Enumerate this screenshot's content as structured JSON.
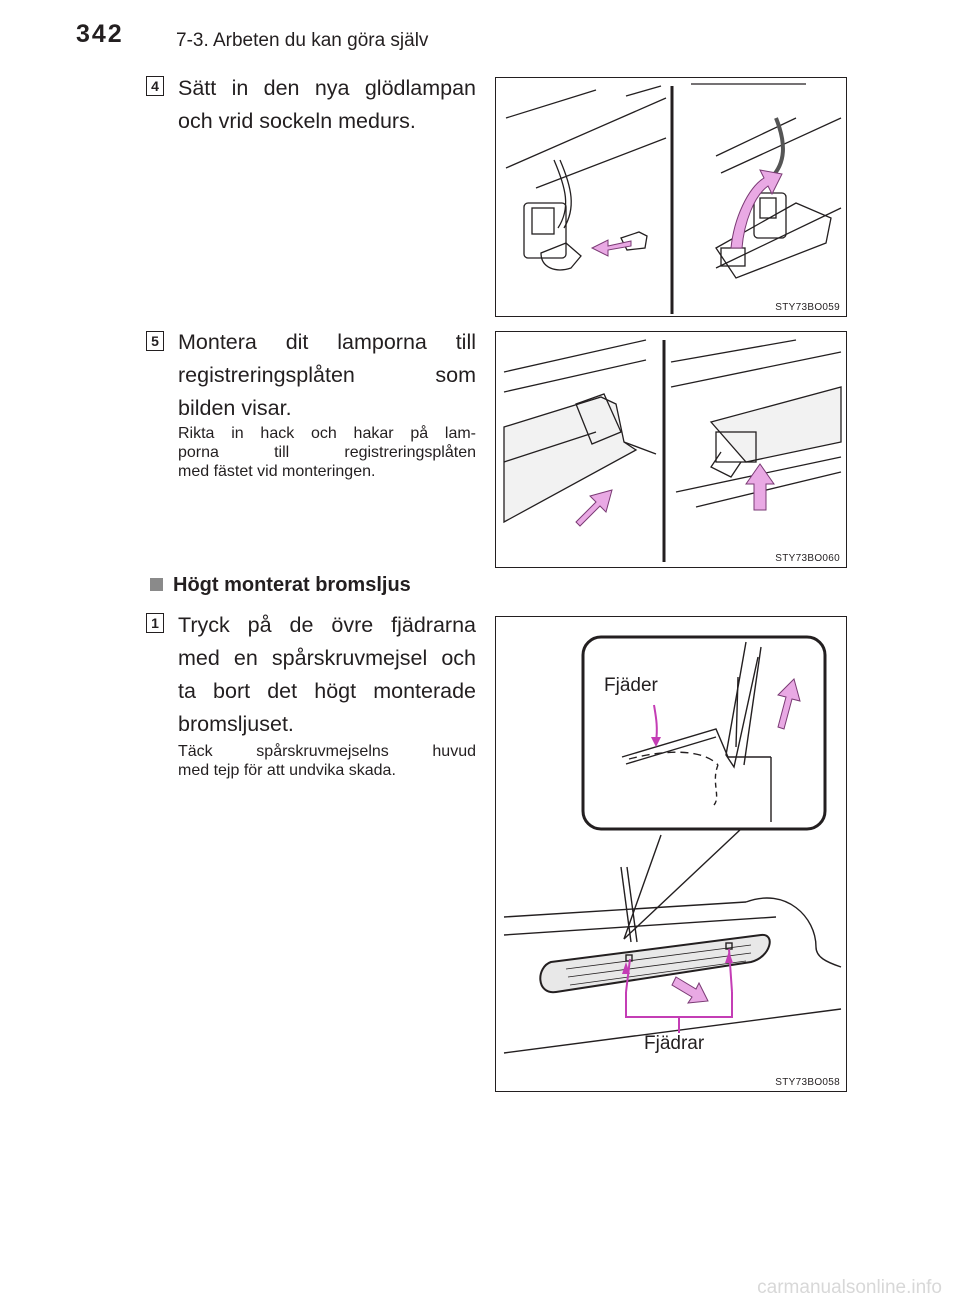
{
  "header": {
    "page_number": "342",
    "section": "7-3. Arbeten du kan göra själv"
  },
  "steps": [
    {
      "number": "4",
      "text_lines": [
        "Sätt in den nya glödlampan",
        "och vrid sockeln medurs."
      ],
      "figure_code": "STY73BO059"
    },
    {
      "number": "5",
      "text_lines": [
        "Montera dit lamporna till",
        "registreringsplåten som",
        "bilden visar."
      ],
      "note_lines": [
        "Rikta in hack och hakar på lam-",
        "porna till registreringsplåten",
        "med fästet vid monteringen."
      ],
      "figure_code": "STY73BO060"
    }
  ],
  "brake_light": {
    "heading": "Högt monterat bromsljus",
    "step": {
      "number": "1",
      "text_lines": [
        "Tryck på de övre fjädrarna",
        "med en spårskruvmejsel och",
        "ta bort det högt monterade",
        "bromsljuset."
      ],
      "note_lines": [
        "Täck spårskruvmejselns huvud",
        "med tejp för att undvika skada."
      ],
      "figure_code": "STY73BO058",
      "label_spring": "Fjäder",
      "label_springs": "Fjädrar"
    }
  },
  "colors": {
    "arrow_fill": "#e9a9e4",
    "arrow_stroke": "#7a3a74",
    "text": "#231f20"
  },
  "footer": {
    "watermark": "carmanualsonline.info"
  }
}
